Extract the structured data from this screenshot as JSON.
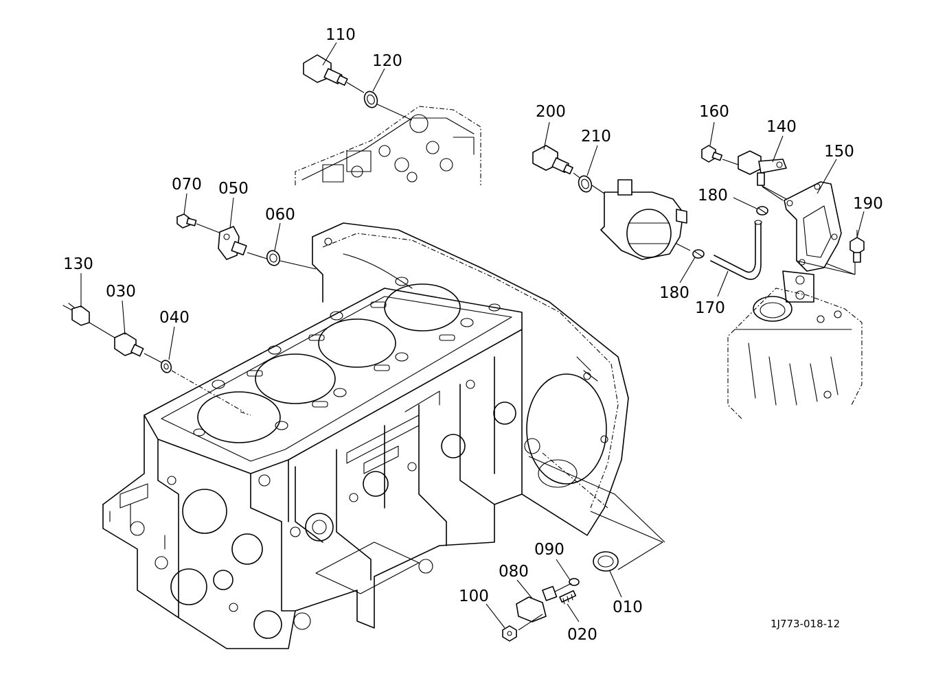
{
  "diagram": {
    "reference_code": "1J773-018-12",
    "callouts": {
      "c110": "110",
      "c120": "120",
      "c200": "200",
      "c210": "210",
      "c160": "160",
      "c140": "140",
      "c150": "150",
      "c180a": "180",
      "c190": "190",
      "c070": "070",
      "c050": "050",
      "c060": "060",
      "c180b": "180",
      "c170": "170",
      "c130": "130",
      "c030": "030",
      "c040": "040",
      "c090": "090",
      "c080": "080",
      "c010": "010",
      "c100": "100",
      "c020": "020"
    }
  }
}
